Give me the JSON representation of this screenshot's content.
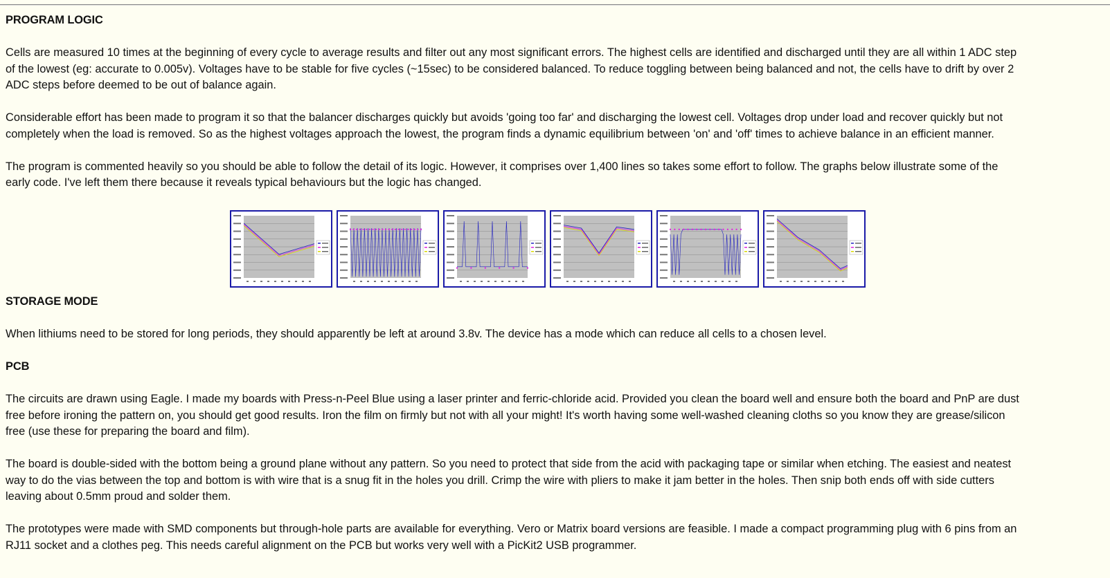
{
  "sections": {
    "program_logic": {
      "heading": "PROGRAM LOGIC",
      "paragraphs": [
        [
          "Cells are measured 10 times at the beginning of every cycle to average results and filter out any most significant errors. The highest cells are identified and discharged until they are all within 1 ADC step",
          "of the lowest (eg: accurate to 0.005v). Voltages have to be stable for five cycles (~15sec) to be considered balanced. To reduce toggling between being balanced and not, the cells have to drift by over 2",
          "ADC steps before deemed to be out of balance again."
        ],
        [
          "Considerable effort has been made to program it so that the balancer discharges quickly but avoids 'going too far' and discharging the lowest cell. Voltages drop under load and recover quickly but not",
          "completely when the load is removed. So as the highest voltages approach the lowest, the program finds a dynamic equilibrium between 'on' and 'off' times to achieve balance in an efficient manner."
        ],
        [
          "The program is commented heavily so you should be able to follow the detail of its logic. However, it comprises over 1,400 lines so takes some effort to follow. The graphs below illustrate some of the",
          "early code. I've left them there because it reveals typical behaviours but the logic has changed."
        ]
      ]
    },
    "storage_mode": {
      "heading": "STORAGE MODE",
      "paragraphs": [
        [
          "When lithiums need to be stored for long periods, they should apparently be left at around 3.8v. The device has a mode which can reduce all cells to a chosen level."
        ]
      ]
    },
    "pcb": {
      "heading": "PCB",
      "paragraphs": [
        [
          "The circuits are drawn using Eagle. I made my boards with Press-n-Peel Blue using a laser printer and ferric-chloride acid. Provided you clean the board well and ensure both the board and PnP are dust",
          "free before ironing the pattern on, you should get good results. Iron the film on firmly but not with all your might! It's worth having some well-washed cleaning cloths so you know they are grease/silicon",
          "free (use these for preparing the board and film)."
        ],
        [
          "The board is double-sided with the bottom being a ground plane without any pattern. So you need to protect that side from the acid with packaging tape or similar when etching. The easiest and neatest",
          "way to do the vias between the top and bottom is with wire that is a snug fit in the holes you drill. Crimp the wire with pliers to make it jam better in the holes. Then snip both ends off with side cutters",
          "leaving about 0.5mm proud and solder them."
        ],
        [
          "The prototypes were made with SMD components but through-hole parts are available for everything. Vero or Matrix board versions are feasible. I made a compact programming plug with 6 pins from an",
          "RJ11 socket and a clothes peg. This needs careful alignment on the PCB but works very well with a PicKit2 USB programmer."
        ]
      ]
    }
  },
  "thumbnails": [
    {
      "name": "graph-thumbnail-1",
      "style": "v-shape"
    },
    {
      "name": "graph-thumbnail-2",
      "style": "dense-spikes"
    },
    {
      "name": "graph-thumbnail-3",
      "style": "tall-spikes"
    },
    {
      "name": "graph-thumbnail-4",
      "style": "dip"
    },
    {
      "name": "graph-thumbnail-5",
      "style": "plateau-spikes"
    },
    {
      "name": "graph-thumbnail-6",
      "style": "descending"
    }
  ],
  "colors": {
    "background": "#fefef2",
    "thumb_border": "#1a1aa8",
    "plot_area": "#c0c0c0",
    "series_magenta": "#e020e0",
    "series_blue": "#2020c0",
    "series_yellow": "#d8d800"
  }
}
